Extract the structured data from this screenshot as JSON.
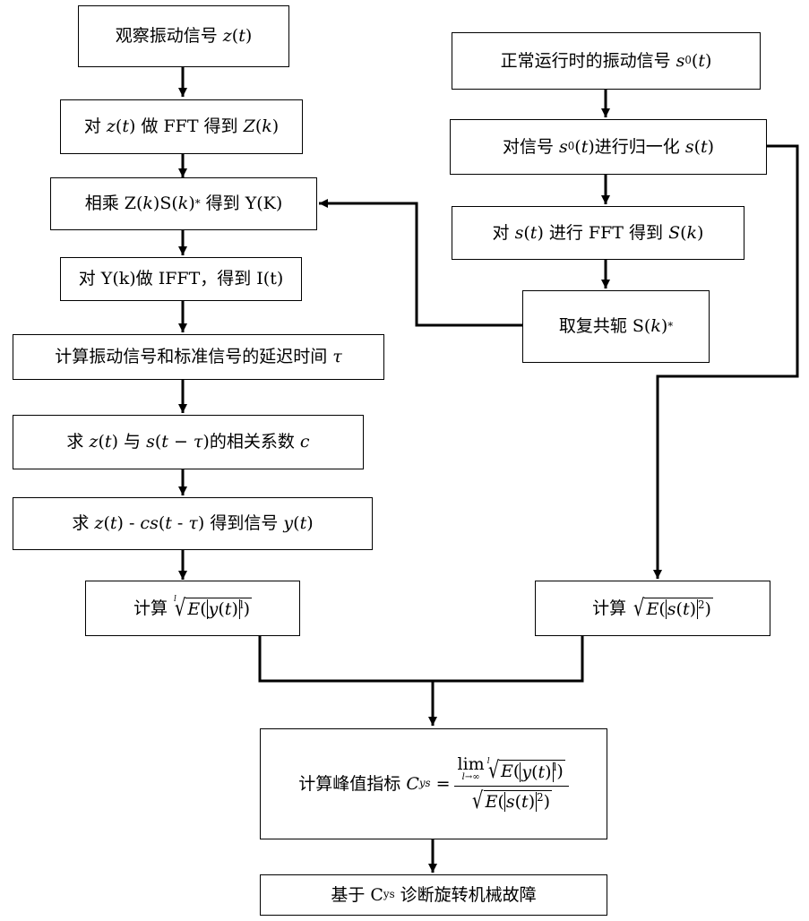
{
  "left_column": {
    "observe_signal": "观察振动信号",
    "do_fft_prefix": "对",
    "do_fft_mid": "做 FFT 得到",
    "multiply_prefix": "相乘",
    "multiply_suffix": "得到 Y(K)",
    "ifft": "对 Y(k)做 IFFT，得到 I(t)",
    "delay_time": "计算振动信号和标准信号的延迟时间",
    "corr_prefix": "求",
    "corr_mid": "与",
    "corr_suffix": "的相关系数",
    "residual_prefix": "求",
    "residual_suffix": "得到信号",
    "calc_y": "计算"
  },
  "right_column": {
    "normal_signal": "正常运行时的振动信号",
    "normalize_prefix": "对信号",
    "normalize_mid": "进行归一化",
    "fft_prefix": "对",
    "fft_mid": "进行 FFT 得到",
    "conjugate": "取复共轭",
    "calc_s": "计算"
  },
  "bottom": {
    "peak_index": "计算峰值指标",
    "diagnose_prefix": "基于",
    "diagnose_suffix": "诊断旋转机械故障",
    "cys_base": "C",
    "cys_sub": "ys",
    "lim": "lim",
    "lim_under": "l→∞"
  },
  "math": {
    "z_t": "z",
    "t": "t",
    "Z_k_upper": "Z",
    "k": "k",
    "S_upper": "S",
    "s": "s",
    "s0_sub": "0",
    "tau": "τ",
    "c": "c",
    "y": "y",
    "E": "E",
    "l": "l",
    "two": "2",
    "star": "*",
    "cs": "cs"
  }
}
